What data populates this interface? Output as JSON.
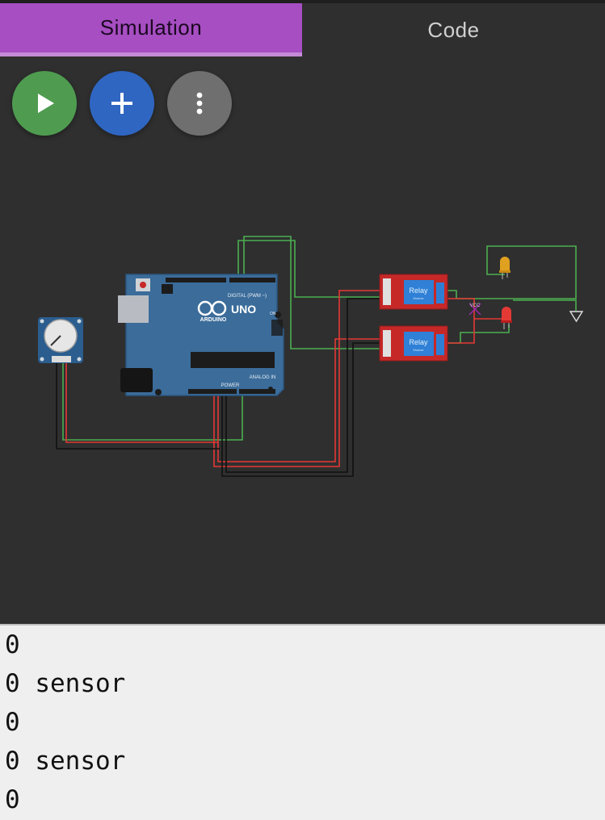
{
  "tabs": [
    {
      "label": "Simulation",
      "active": true
    },
    {
      "label": "Code",
      "active": false
    }
  ],
  "toolbar": {
    "play_icon": "play-icon",
    "add_icon": "plus-icon",
    "more_icon": "more-vert-icon"
  },
  "colors": {
    "tab_active": "#a64ec2",
    "play": "#4f9c51",
    "add": "#2f66c2",
    "more": "#6f6f6f",
    "wire_green": "#4caf50",
    "wire_red": "#e53935",
    "wire_black": "#111111"
  },
  "board": {
    "logo": "UNO",
    "brand": "ARDUINO",
    "digital_label": "DIGITAL (PWM ~)",
    "power_label": "POWER",
    "analog_label": "ANALOG IN",
    "on_label": "ON"
  },
  "relays": [
    {
      "label": "Relay",
      "sub": "Module"
    },
    {
      "label": "Relay",
      "sub": "Module"
    }
  ],
  "vcc_label": "VCC",
  "console": {
    "lines": [
      "0",
      "0 sensor",
      "0",
      "0 sensor",
      "0"
    ]
  }
}
